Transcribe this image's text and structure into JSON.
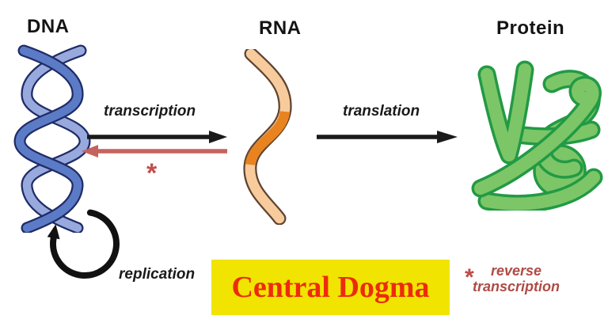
{
  "diagram": {
    "title": "Central Dogma",
    "nodes": [
      {
        "id": "dna",
        "label": "DNA"
      },
      {
        "id": "rna",
        "label": "RNA"
      },
      {
        "id": "protein",
        "label": "Protein"
      }
    ],
    "processes": {
      "transcription": "transcription",
      "translation": "translation",
      "replication": "replication",
      "reverse_marker": "*"
    },
    "banner": {
      "title": "Central Dogma",
      "background": "#f0e400",
      "text_color": "#ed2b0c"
    },
    "legend": {
      "symbol": "*",
      "line1": "reverse",
      "line2": "transcription",
      "color": "#af4b45"
    },
    "icons": [
      "dna-helix-icon",
      "rna-ribbon-icon",
      "protein-structure-icon",
      "transcription-arrow-icon",
      "reverse-transcription-arrow-icon",
      "translation-arrow-icon",
      "replication-arrow-icon"
    ],
    "colors": {
      "arrow_black": "#1a1a1a",
      "arrow_reverse_red": "#c4635d",
      "asterisk_red": "#c0504d",
      "dna_blue_light": "#98a9de",
      "dna_blue_mid": "#5c7bc7",
      "dna_outline": "#1f2c66",
      "rna_peach": "#f8cb9d",
      "rna_orange": "#e8831f",
      "rna_outline": "#5f4430",
      "protein_green": "#7cc668",
      "protein_outline": "#229a44"
    }
  }
}
